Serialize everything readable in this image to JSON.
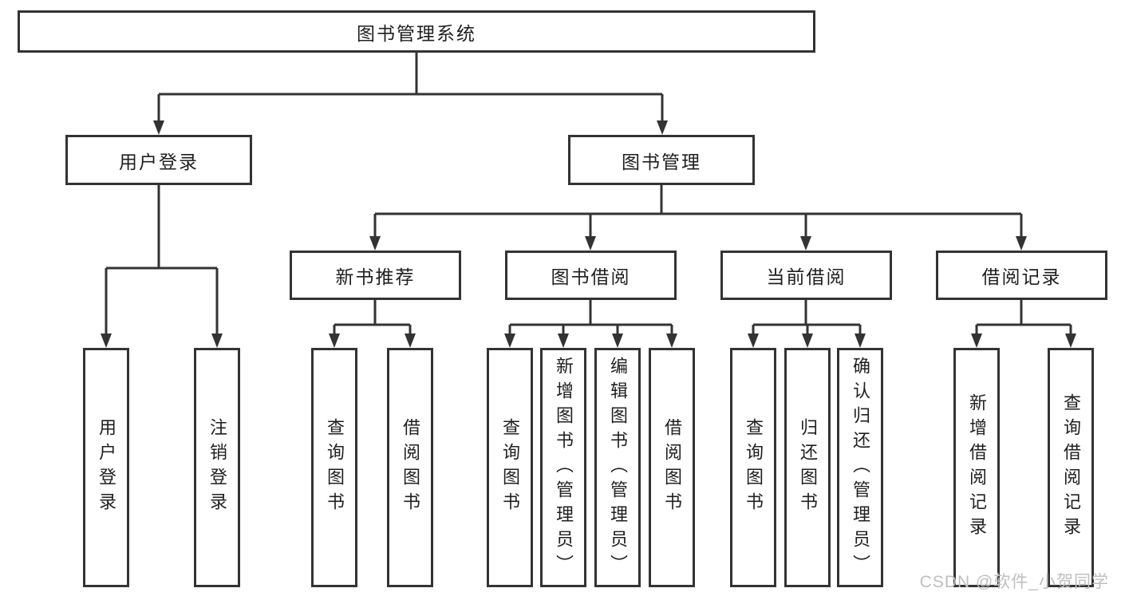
{
  "diagram": {
    "type": "hierarchy-tree",
    "watermark": "CSDN @软件_小贺同学",
    "colors": {
      "line": "#333333",
      "box_border": "#333333",
      "box_background": "#ffffff",
      "text": "#1f1f1f",
      "watermark": "#bfbfbf",
      "background": "#ffffff"
    },
    "tree": {
      "label": "图书管理系统",
      "children": [
        {
          "label": "用户登录",
          "children": [
            {
              "label": "用户登录"
            },
            {
              "label": "注销登录"
            }
          ]
        },
        {
          "label": "图书管理",
          "children": [
            {
              "label": "新书推荐",
              "children": [
                {
                  "label": "查询图书"
                },
                {
                  "label": "借阅图书"
                }
              ]
            },
            {
              "label": "图书借阅",
              "children": [
                {
                  "label": "查询图书"
                },
                {
                  "label": "新增图书（管理员）"
                },
                {
                  "label": "编辑图书（管理员）"
                },
                {
                  "label": "借阅图书"
                }
              ]
            },
            {
              "label": "当前借阅",
              "children": [
                {
                  "label": "查询图书"
                },
                {
                  "label": "归还图书"
                },
                {
                  "label": "确认归还（管理员）"
                }
              ]
            },
            {
              "label": "借阅记录",
              "children": [
                {
                  "label": "新增借阅记录"
                },
                {
                  "label": "查询借阅记录"
                }
              ]
            }
          ]
        }
      ]
    }
  }
}
